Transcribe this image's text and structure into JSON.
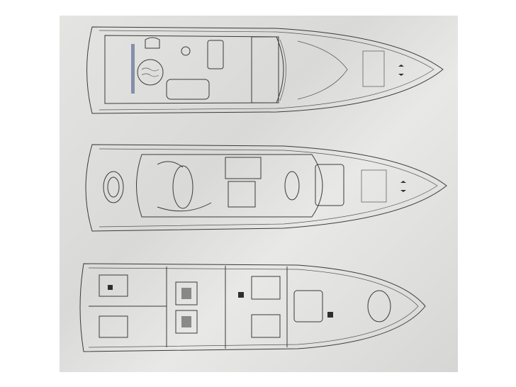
{
  "diagram": {
    "kind": "deck plan drawings",
    "decks": [
      {
        "id": "flybridge"
      },
      {
        "id": "main-deck"
      },
      {
        "id": "lower-deck"
      }
    ],
    "colors": {
      "paper": "#dcdcda",
      "ink": "#3a3a3a",
      "accent": "#4a5a8a"
    }
  }
}
